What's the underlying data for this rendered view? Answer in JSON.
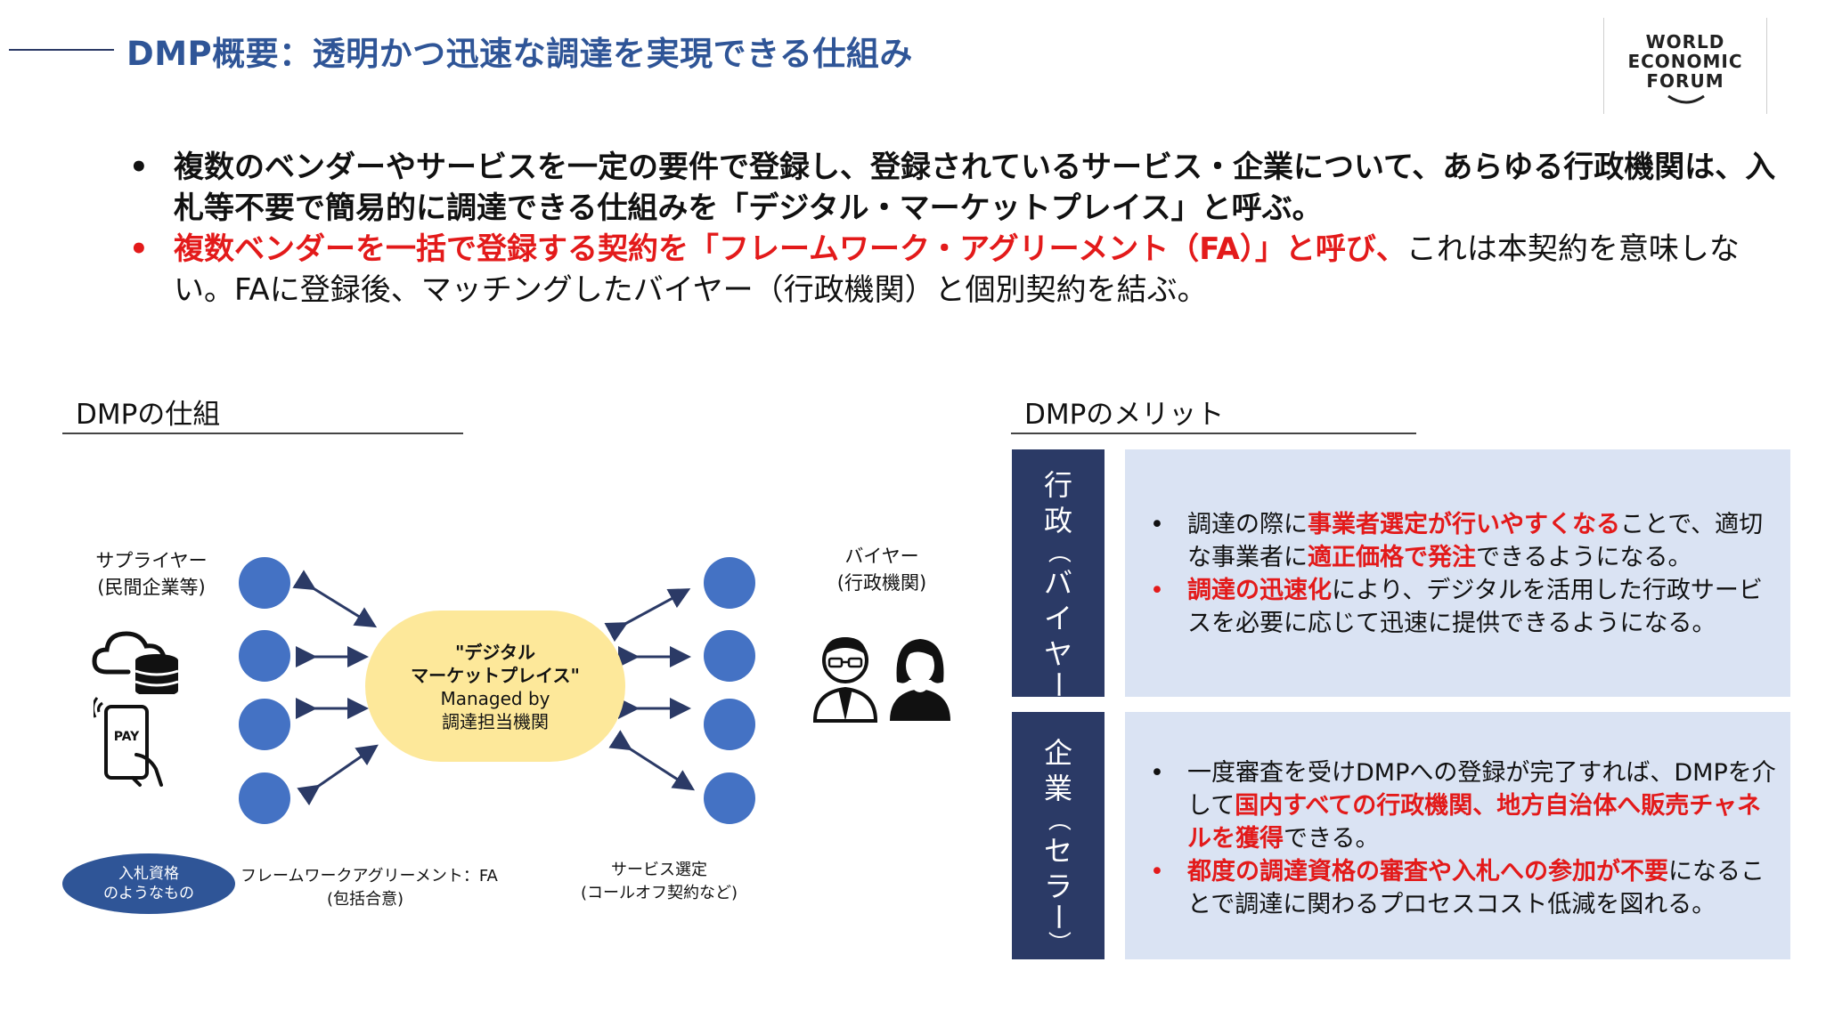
{
  "header": {
    "title": "DMP概要：透明かつ迅速な調達を実現できる仕組み",
    "logo": [
      "WORLD",
      "ECONOMIC",
      "FORUM"
    ]
  },
  "intro": {
    "bullet": "•",
    "p1": "複数のベンダーやサービスを一定の要件で登録し、登録されているサービス・企業について、あらゆる行政機関は、入札等不要で簡易的に調達できる仕組みを「デジタル・マーケットプレイス」と呼ぶ。",
    "p2_red": "複数ベンダーを一括で登録する契約を「フレームワーク・アグリーメント（FA）」と呼び、",
    "p2_rest": "これは本契約を意味しない。FAに登録後、マッチングしたバイヤー（行政機関）と個別契約を結ぶ。"
  },
  "mechanism": {
    "heading": "DMPの仕組",
    "supplier_l1": "サプライヤー",
    "supplier_l2": "(民間企業等)",
    "buyer_l1": "バイヤー",
    "buyer_l2": "(行政機関)",
    "pay_label": "PAY",
    "center_l1": "\"デジタル",
    "center_l2": "マーケットプレイス\"",
    "center_l3": "Managed by",
    "center_l4": "調達担当機関",
    "ellipse_l1": "入札資格",
    "ellipse_l2": "のようなもの",
    "fa_l1": "フレームワークアグリーメント：FA",
    "fa_l2": "(包括合意)",
    "service_l1": "サービス選定",
    "service_l2": "(コールオフ契約など)"
  },
  "merits": {
    "heading": "DMPのメリット",
    "gov_tab": [
      "行",
      "政",
      "（",
      "バ",
      "イ",
      "ヤ",
      "ー",
      "）"
    ],
    "corp_tab": [
      "企",
      "業",
      "（",
      "セ",
      "ラ",
      "ー",
      "）"
    ],
    "gov": {
      "b1_a": "調達の際に",
      "b1_red1": "事業者選定が行いやすくなる",
      "b1_b": "ことで、適切な事業者に",
      "b1_red2": "適正価格で発注",
      "b1_c": "できるようになる。",
      "b2_red": "調達の迅速化",
      "b2_rest": "により、デジタルを活用した行政サービスを必要に応じて迅速に提供できるようになる。"
    },
    "corp": {
      "b1_a": "一度審査を受けDMPへの登録が完了すれば、DMPを介して",
      "b1_red": "国内すべての行政機関、地方自治体へ販売チャネルを獲得",
      "b1_b": "できる。",
      "b2_red": "都度の調達資格の審査や入札への参加が不要",
      "b2_rest": "になることで調達に関わるプロセスコスト低減を図れる。"
    }
  },
  "colors": {
    "title": "#2f5597",
    "accent_red": "#e31a1a",
    "navy": "#2b3a66",
    "node_blue": "#4472c4",
    "oval_yellow": "#fde89a",
    "panel_bg": "#dae3f3"
  }
}
